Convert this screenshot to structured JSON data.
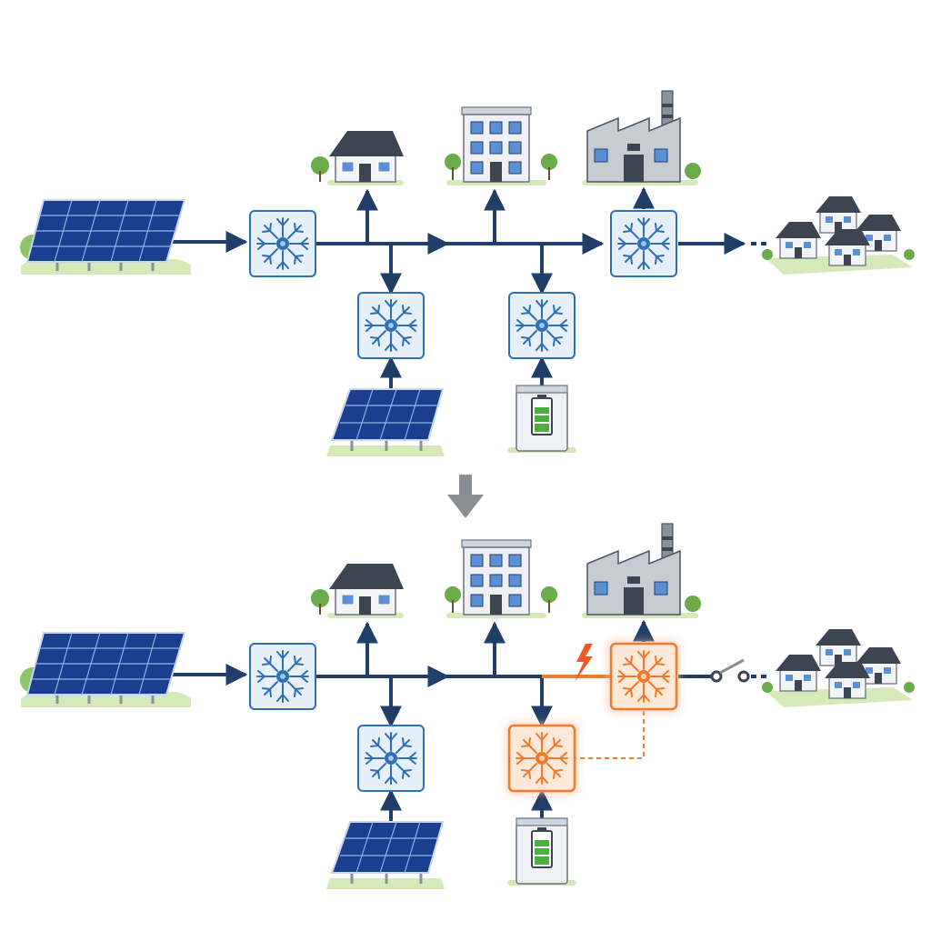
{
  "diagram": {
    "panels": [
      {
        "name": "normal-operation",
        "state": "all nodes normal",
        "fault_present": false,
        "community_connected": true
      },
      {
        "name": "fault-islanding",
        "state": "fault detected, isolated section islanded",
        "fault_present": true,
        "community_connected": false
      }
    ],
    "transition_arrow": "down-arrow-icon",
    "colors": {
      "line": "#1f3f68",
      "node_normal": "#2f6fb3",
      "node_alert": "#f07a2b",
      "fault": "#ef5a24",
      "grass": "#d6e9b9",
      "tree": "#6aab4a",
      "battery_charge": "#4caf3f"
    },
    "icons": [
      "solar-array-icon",
      "house-icon",
      "office-building-icon",
      "factory-icon",
      "neighborhood-icon",
      "battery-storage-icon",
      "control-node-icon",
      "lightning-fault-icon",
      "open-switch-icon"
    ]
  }
}
